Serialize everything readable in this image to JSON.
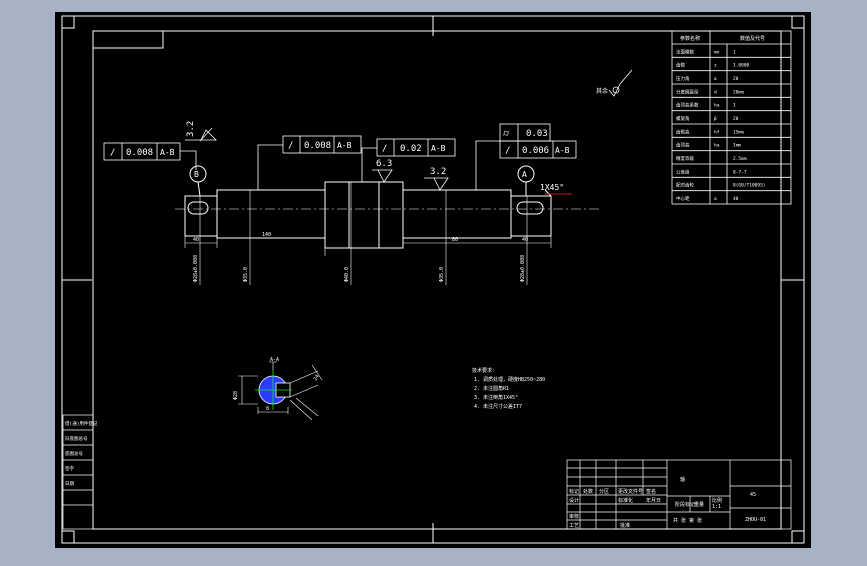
{
  "colors": {
    "background": "#a7b3c4",
    "canvas": "#000000",
    "line": "#ffffff",
    "accent_red": "#ff2020",
    "accent_green": "#19e619",
    "accent_blue": "#2a3cff"
  },
  "feature_controls": {
    "fc1": {
      "symbol": "/",
      "tol": "0.008",
      "datum": "A-B"
    },
    "fc2": {
      "symbol": "/",
      "tol": "0.008",
      "datum": "A-B"
    },
    "fc3": {
      "symbol": "/",
      "tol": "0.02",
      "datum": "A-B"
    },
    "fc4a": {
      "symbol": "⌭",
      "tol": "0.03"
    },
    "fc4b": {
      "symbol": "/",
      "tol": "0.006",
      "datum": "A-B"
    }
  },
  "roughness": {
    "r1": "3.2",
    "r2": "6.3",
    "r3": "3.2"
  },
  "datums": {
    "a": "A",
    "b": "B"
  },
  "chamfer": "1X45°",
  "diameters": {
    "d1": "Φ28±0.008",
    "d2": "Φ35.0",
    "d3": "Φ40.0",
    "d4": "Φ35.0",
    "d5": "Φ28±0.008"
  },
  "lengths": {
    "l1": "40",
    "l2": "140",
    "l3": "80",
    "l4": "40"
  },
  "section_labels": {
    "section": "A-A",
    "keyway": "8",
    "depth": "24",
    "dia": "Φ28"
  },
  "notes": {
    "title": "技术要求：",
    "n1": "1. 调质处理，硬度HB250~280",
    "n2": "2. 未注圆角R1",
    "n3": "3. 未注倒角1X45°",
    "n4": "4. 未注尺寸公差IT7"
  },
  "roughness_other": "其余",
  "gear_table": {
    "header": [
      "参数名称",
      "数值及代号"
    ],
    "rows": [
      [
        "法面模数",
        "mn",
        "1"
      ],
      [
        "齿数",
        "z",
        "1.0000"
      ],
      [
        "压力角",
        "α",
        "20"
      ],
      [
        "分度圆直径",
        "d",
        "28mm"
      ],
      [
        "齿顶高系数",
        "ha",
        "1"
      ],
      [
        "螺旋角",
        "β",
        "20"
      ],
      [
        "齿根高",
        "hf",
        "15mm"
      ],
      [
        "齿顶高",
        "ha",
        "1mm"
      ],
      [
        "精度等级",
        "",
        "2.5mm"
      ],
      [
        "公差组",
        "",
        "8-7-7"
      ],
      [
        "配对齿轮",
        "",
        "8(GB/T10095)"
      ],
      [
        "中心距",
        "a",
        "40"
      ]
    ]
  },
  "title_block": {
    "drawing_name": "轴",
    "material": "45",
    "scale": "1:1",
    "designer": "设计",
    "checker": "审核",
    "approval": "批准",
    "process": "工艺",
    "drawing_no": "ZHOU-01",
    "stage": "阶段标记",
    "weight": "重量",
    "ratio": "比例",
    "sheets": "共  张  第  张",
    "standard": "标准化",
    "sign": "签名",
    "date": "年月日",
    "mark": "标记",
    "count": "处数",
    "zone": "分区",
    "change_no": "更改文件号"
  },
  "side_stamps": [
    "借(通)用件登记",
    "旧底图总号",
    "底图总号",
    "签字",
    "日期"
  ]
}
